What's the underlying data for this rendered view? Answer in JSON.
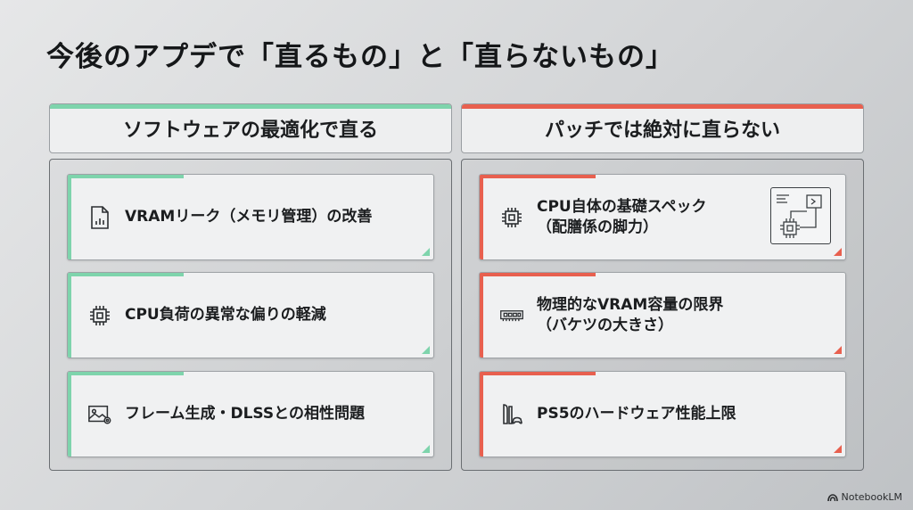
{
  "title": "今後のアプデで「直るもの」と「直らないもの」",
  "left": {
    "header": "ソフトウェアの最適化で直る",
    "accent": "#7ed4ac",
    "items": [
      {
        "icon": "document-chart-icon",
        "lines": [
          "VRAMリーク（メモリ管理）の改善"
        ]
      },
      {
        "icon": "cpu-chip-icon",
        "lines": [
          "CPU負荷の異常な偏りの軽減"
        ]
      },
      {
        "icon": "image-settings-icon",
        "lines": [
          "フレーム生成・DLSSとの相性問題"
        ]
      }
    ]
  },
  "right": {
    "header": "パッチでは絶対に直らない",
    "accent": "#e8604f",
    "items": [
      {
        "icon": "cpu-chip-icon",
        "lines": [
          "CPU自体の基礎スペック",
          "（配膳係の脚力）"
        ]
      },
      {
        "icon": "memory-module-icon",
        "lines": [
          "物理的なVRAM容量の限界",
          "（バケツの大きさ）"
        ]
      },
      {
        "icon": "console-icon",
        "lines": [
          "PS5のハードウェア性能上限"
        ]
      }
    ]
  },
  "brand": "NotebookLM"
}
